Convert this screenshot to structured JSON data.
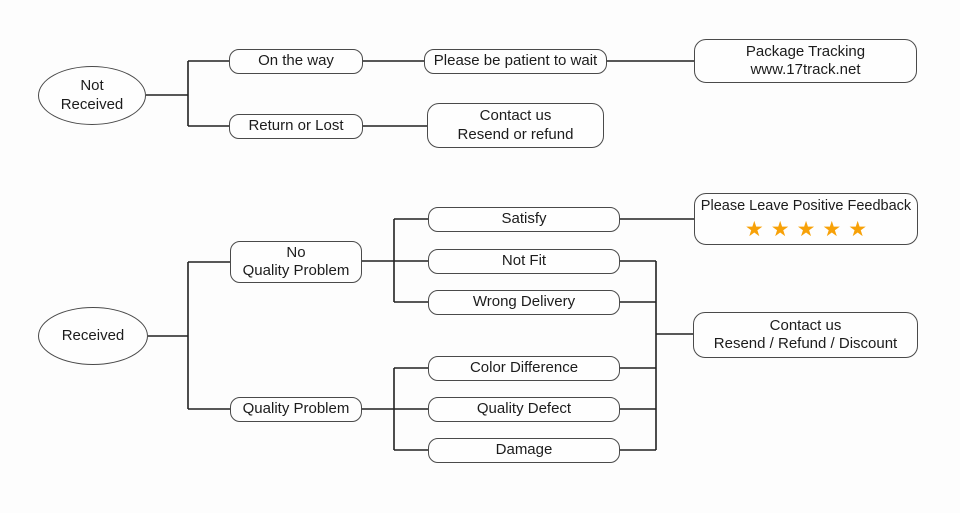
{
  "colors": {
    "star": "#F7A108",
    "line": "#222222",
    "box_border": "#4a4a4a"
  },
  "nodes": {
    "not_received": {
      "line1": "Not",
      "line2": "Received"
    },
    "on_the_way": {
      "label": "On the way"
    },
    "please_be_patient": {
      "label": "Please be patient to wait"
    },
    "package_tracking": {
      "line1": "Package Tracking",
      "line2": "www.17track.net"
    },
    "return_or_lost": {
      "label": "Return or Lost"
    },
    "contact_resend_refund": {
      "line1": "Contact us",
      "line2": "Resend or refund"
    },
    "received": {
      "label": "Received"
    },
    "no_quality_problem": {
      "line1": "No",
      "line2": "Quality Problem"
    },
    "quality_problem": {
      "label": "Quality Problem"
    },
    "satisfy": {
      "label": "Satisfy"
    },
    "not_fit": {
      "label": "Not Fit"
    },
    "wrong_delivery": {
      "label": "Wrong Delivery"
    },
    "positive_feedback": {
      "label": "Please Leave Positive Feedback",
      "stars": "★★★★★",
      "star_count": 5
    },
    "color_difference": {
      "label": "Color Difference"
    },
    "quality_defect": {
      "label": "Quality Defect"
    },
    "damage": {
      "label": "Damage"
    },
    "contact_resend_refund_discount": {
      "line1": "Contact us",
      "line2": "Resend / Refund / Discount"
    }
  },
  "edges": [
    [
      "not_received",
      "on_the_way"
    ],
    [
      "not_received",
      "return_or_lost"
    ],
    [
      "on_the_way",
      "please_be_patient"
    ],
    [
      "please_be_patient",
      "package_tracking"
    ],
    [
      "return_or_lost",
      "contact_resend_refund"
    ],
    [
      "received",
      "no_quality_problem"
    ],
    [
      "received",
      "quality_problem"
    ],
    [
      "no_quality_problem",
      "satisfy"
    ],
    [
      "no_quality_problem",
      "not_fit"
    ],
    [
      "no_quality_problem",
      "wrong_delivery"
    ],
    [
      "satisfy",
      "positive_feedback"
    ],
    [
      "not_fit",
      "contact_resend_refund_discount"
    ],
    [
      "wrong_delivery",
      "contact_resend_refund_discount"
    ],
    [
      "quality_problem",
      "color_difference"
    ],
    [
      "quality_problem",
      "quality_defect"
    ],
    [
      "quality_problem",
      "damage"
    ],
    [
      "color_difference",
      "contact_resend_refund_discount"
    ],
    [
      "quality_defect",
      "contact_resend_refund_discount"
    ],
    [
      "damage",
      "contact_resend_refund_discount"
    ]
  ]
}
